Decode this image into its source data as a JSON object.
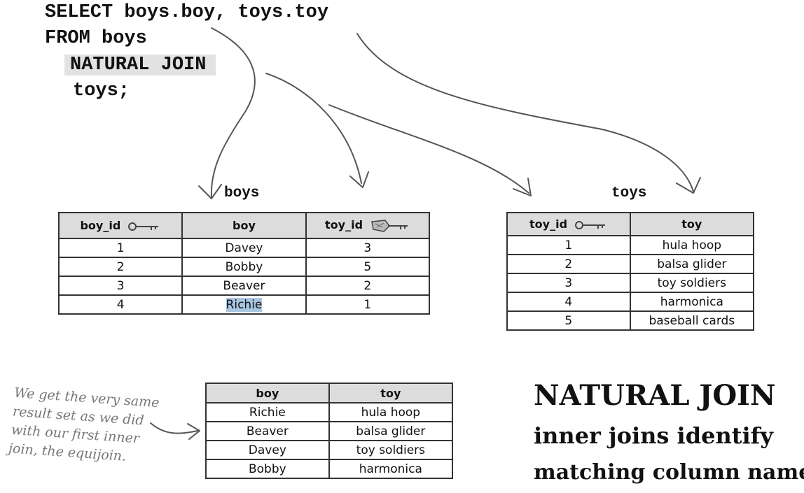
{
  "sql": {
    "line1": "SELECT boys.boy, toys.toy",
    "line2": "FROM boys",
    "line3": "NATURAL JOIN",
    "line4": "toys;"
  },
  "boys_table": {
    "label": "boys",
    "headers": [
      "boy_id",
      "boy",
      "toy_id"
    ],
    "rows": [
      [
        "1",
        "Davey",
        "3"
      ],
      [
        "2",
        "Bobby",
        "5"
      ],
      [
        "3",
        "Beaver",
        "2"
      ],
      [
        "4",
        "Richie",
        "1"
      ]
    ]
  },
  "toys_table": {
    "label": "toys",
    "headers": [
      "toy_id",
      "toy"
    ],
    "rows": [
      [
        "1",
        "hula hoop"
      ],
      [
        "2",
        "balsa glider"
      ],
      [
        "3",
        "toy soldiers"
      ],
      [
        "4",
        "harmonica"
      ],
      [
        "5",
        "baseball cards"
      ]
    ]
  },
  "result_table": {
    "headers": [
      "boy",
      "toy"
    ],
    "rows": [
      [
        "Richie",
        "hula hoop"
      ],
      [
        "Beaver",
        "balsa glider"
      ],
      [
        "Davey",
        "toy soldiers"
      ],
      [
        "Bobby",
        "harmonica"
      ]
    ]
  },
  "note": {
    "line1": "We get the very same",
    "line2": "result set as we did",
    "line3": "with our first inner",
    "line4": "join, the equijoin."
  },
  "headline": {
    "title": "NATURAL JOIN",
    "line2": "inner joins identify",
    "line3": "matching column names."
  },
  "icons": {
    "primary_key": "key-icon",
    "foreign_key": "foreign-key-icon",
    "arrow": "hand-drawn-arrow"
  }
}
